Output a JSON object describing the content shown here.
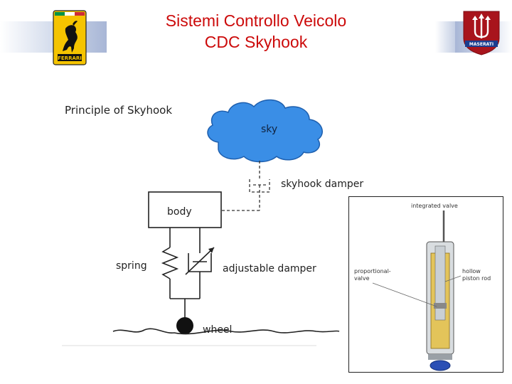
{
  "title": {
    "line1": "Sistemi Controllo Veicolo",
    "line2": "CDC Skyhook"
  },
  "logos": {
    "left": {
      "icon": "prancing-horse-shield-icon",
      "caption": "FERRARI",
      "colors": [
        "#f5c400",
        "#111111",
        "#009246",
        "#ce2b37"
      ]
    },
    "right": {
      "icon": "trident-shield-icon",
      "caption": "MASERATI",
      "colors": [
        "#a8141c",
        "#ffffff",
        "#1b3d8f"
      ]
    }
  },
  "diagram": {
    "heading": "Principle of Skyhook",
    "sky_label": "sky",
    "skyhook_damper_label": "skyhook damper",
    "body_label": "body",
    "spring_label": "spring",
    "adjustable_damper_label": "adjustable damper",
    "wheel_label": "wheel",
    "cloud_color": "#3a8ee6"
  },
  "photo": {
    "integrated_valve_label": "integrated valve",
    "proportional_valve_label": "proportional-\nvalve",
    "hollow_piston_rod_label": "hollow\npiston rod"
  }
}
